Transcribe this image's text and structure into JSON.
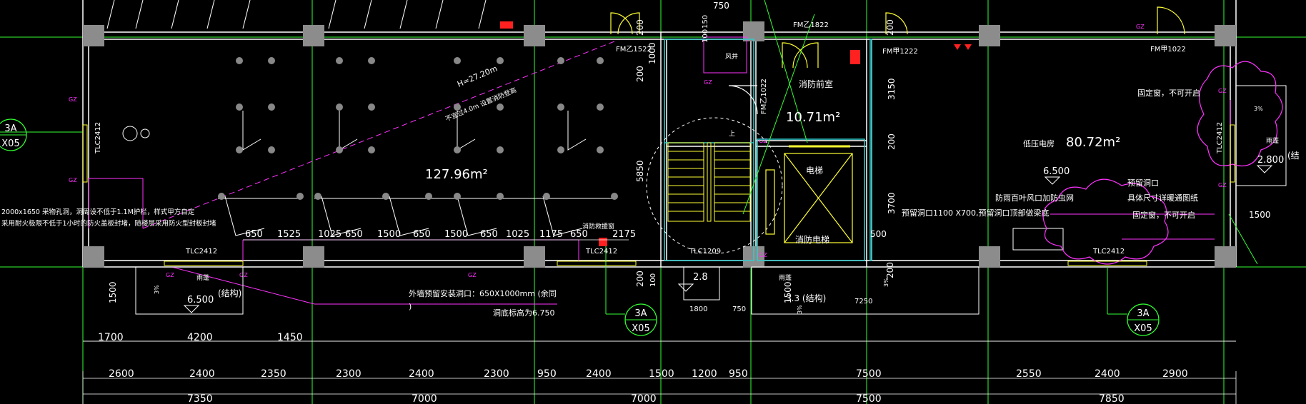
{
  "colors": {
    "background": "#000000",
    "wall": "#ffffff",
    "column": "#8c8c8c",
    "green": "#33ff33",
    "magenta": "#ff33ff",
    "yellow": "#ffff33",
    "cyan": "#33cccc",
    "red": "#ff2020"
  },
  "axis_tags": [
    {
      "num": "3A",
      "sub": "X05"
    },
    {
      "num": "3A",
      "sub": "X05"
    },
    {
      "num": "3A",
      "sub": "X05"
    }
  ],
  "rooms": {
    "main_area": "127.96m²",
    "front_room_label": "消防前室",
    "front_room_area": "10.71m²",
    "elevator_label": "电梯",
    "fire_elevator_label": "消防电梯",
    "lv_room_label": "低压电房",
    "lv_room_area": "80.72m²",
    "well_label": "风井"
  },
  "doors": {
    "fm_b1522": "FM乙1522",
    "fm_b1822": "FM乙1822",
    "fm_a1222": "FM甲1222",
    "fm_a1022": "FM甲1022",
    "fm_b1022": "FM乙1022",
    "tlc1209": "TLC1209"
  },
  "windows": {
    "tlc2412_left_v": "TLC2412",
    "tlc2412_left_h": "TLC2412",
    "tlc2412_mid_h": "TLC2412",
    "tlc2412_right_h": "TLC2412",
    "tlc2412_right_v": "TLC2412"
  },
  "notes": {
    "height_note": "H=27.20m",
    "height_note2": "不宜过4.0m 设置消防登高",
    "left_note1": "2000x1650 采物孔洞，洞周设不低于1.1M护栏，样式甲方自定",
    "left_note2": "采用耐火极限不低于1小时的防火盖板封堵，随楼层采用防火型封板封堵",
    "fire_rescue_window": "消防救援窗",
    "fixed_window1": "固定窗，不可开启",
    "fixed_window2": "固定窗，不可开启",
    "reserved_hole_label": "预留洞口",
    "reserved_hole_detail": "具体尺寸详暖通图纸",
    "louver_note": "防雨百叶风口加防虫网",
    "reserved_1100": "预留洞口1100 X700,预留洞口顶部做梁底",
    "exterior_hole": "外墙预留安装洞口：650X1000mm (余同",
    "exterior_hole2": ")",
    "hole_bottom": "洞底标高为6.750",
    "canopy": "雨蓬",
    "canopy2": "雨蓬",
    "canopy3": "雨蓬",
    "structure": "(结构)",
    "structure2": "3.3 (结构)",
    "structure3": "(结",
    "gz": "GZ",
    "stair_up": "上",
    "slope": "3%",
    "slope2": "3%",
    "slope3": "3%",
    "slope4": "3%"
  },
  "levels": {
    "lv_6500_a": "6.500",
    "lv_6500_b": "6.500",
    "lv_2800": "2.800",
    "lv_28": "2.8"
  },
  "dims_top": {
    "d750": "750",
    "d150": "150",
    "d100": "100",
    "d1000": "1000",
    "d200a": "200",
    "d200b": "200",
    "d200c": "200",
    "d3150": "3150",
    "d200d": "200",
    "d5850": "5850",
    "d3700": "3700",
    "d500": "500",
    "d1500r": "1500"
  },
  "dims_window_row": [
    "650",
    "1525",
    "1025",
    "650",
    "1500",
    "650",
    "1500",
    "650",
    "1025",
    "1175",
    "650",
    "2175"
  ],
  "dims_row1": [
    "1700",
    "4200",
    "1450"
  ],
  "dims_row2": [
    "2600",
    "2400",
    "2350",
    "2300",
    "2400",
    "2300",
    "950",
    "2400",
    "1500",
    "1200",
    "950",
    "7500",
    "2550",
    "2400",
    "2900"
  ],
  "dims_row3": [
    "7350",
    "7000",
    "7000",
    "7500",
    "7850"
  ],
  "dims_misc": {
    "d1500_canopy_left": "1500",
    "d1500_canopy_mid": "1500",
    "d200_bottom": "200",
    "d100_bottom": "100",
    "d1800": "1800",
    "d750b": "750",
    "d7250": "7250",
    "d200_right": "200"
  }
}
